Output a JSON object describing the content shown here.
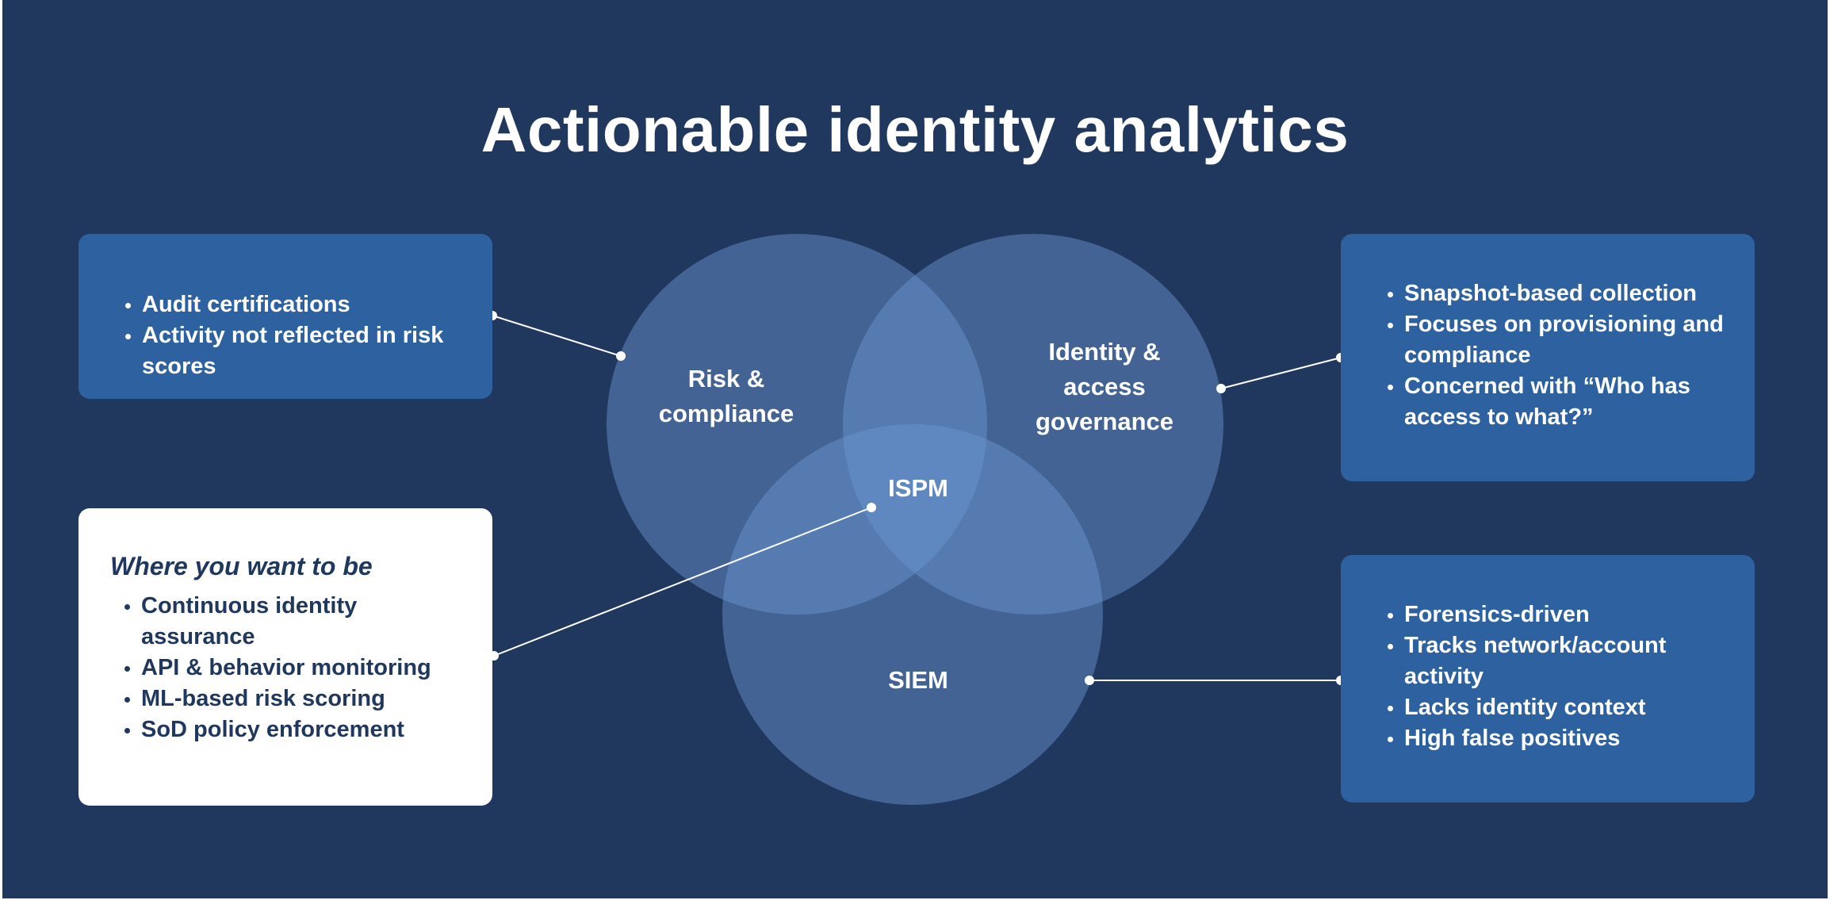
{
  "title": "Actionable identity analytics",
  "venn": {
    "risk_compliance": "Risk &\ncompliance",
    "identity_access": "Identity &\naccess\ngovernance",
    "siem": "SIEM",
    "ispm": "ISPM"
  },
  "panels": {
    "risk_compliance": {
      "items": [
        "Audit certifications",
        "Activity not reflected in risk scores"
      ]
    },
    "identity_governance": {
      "items": [
        "Snapshot-based collection",
        "Focuses on provisioning and compliance",
        "Concerned with “Who has access to what?”"
      ]
    },
    "ispm_target": {
      "heading": "Where you want to be",
      "items": [
        "Continuous identity assurance",
        "API & behavior monitoring",
        "ML-based risk scoring",
        "SoD policy enforcement"
      ]
    },
    "siem": {
      "items": [
        "Forensics-driven",
        "Tracks network/account activity",
        "Lacks identity context",
        "High false positives"
      ]
    }
  },
  "colors": {
    "background": "#20375e",
    "panel_blue": "#2d61a0",
    "panel_white": "#ffffff",
    "circle_fill": "#6c99d4"
  }
}
